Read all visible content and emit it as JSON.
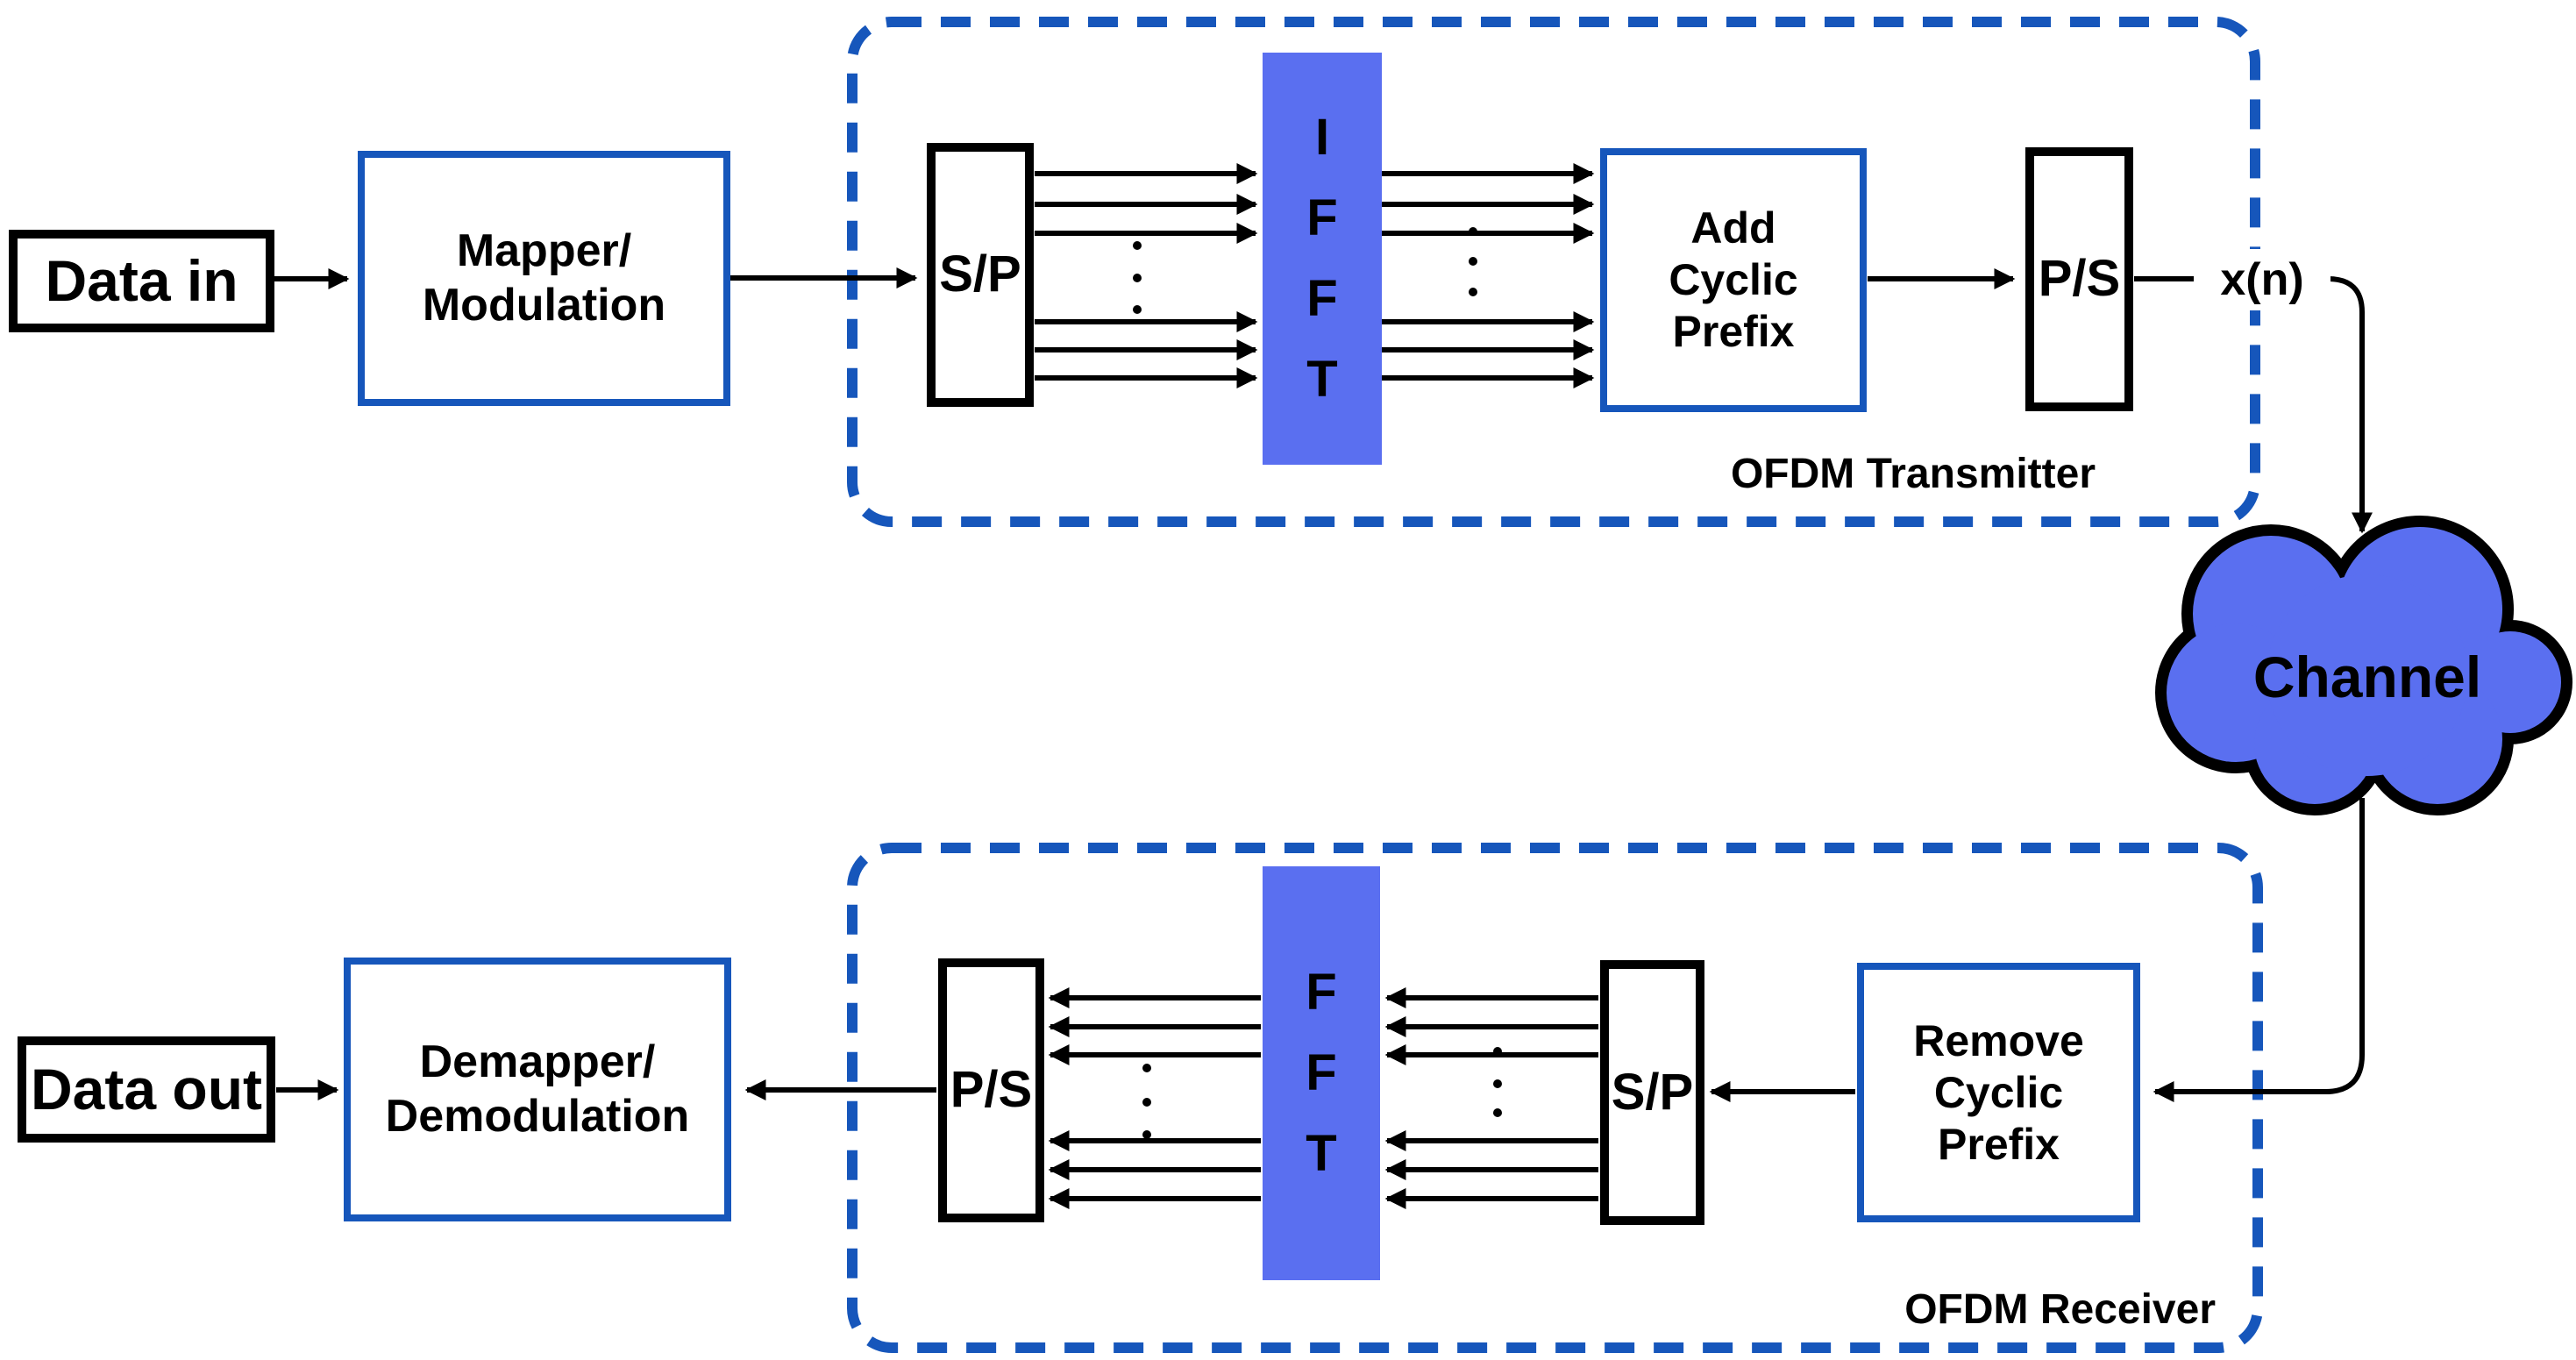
{
  "colors": {
    "accent_blue_border": "#1656BB",
    "block_fill_blue": "#5A6FF0",
    "line_black": "#000000"
  },
  "transmitter": {
    "container_label": "OFDM Transmitter",
    "data_in_label": "Data in",
    "mapper_lines": [
      "Mapper/",
      "Modulation"
    ],
    "sp_label": "S/P",
    "ifft_letters": [
      "I",
      "F",
      "F",
      "T"
    ],
    "add_cp_lines": [
      "Add",
      "Cyclic",
      "Prefix"
    ],
    "ps_label": "P/S",
    "output_signal_label": "x(n)"
  },
  "channel_label": "Channel",
  "receiver": {
    "container_label": "OFDM Receiver",
    "remove_cp_lines": [
      "Remove",
      "Cyclic",
      "Prefix"
    ],
    "sp_label": "S/P",
    "fft_letters": [
      "F",
      "F",
      "T"
    ],
    "ps_label": "P/S",
    "demapper_lines": [
      "Demapper/",
      "Demodulation"
    ],
    "data_out_label": "Data out"
  }
}
